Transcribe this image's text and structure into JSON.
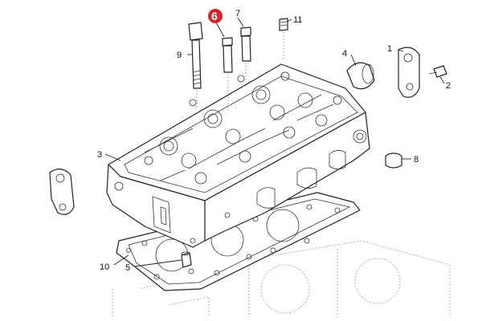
{
  "callouts": [
    {
      "id": "1",
      "label": "1"
    },
    {
      "id": "2",
      "label": "2"
    },
    {
      "id": "3",
      "label": "3"
    },
    {
      "id": "4",
      "label": "4"
    },
    {
      "id": "5",
      "label": "5"
    },
    {
      "id": "6",
      "label": "6",
      "highlighted": true
    },
    {
      "id": "7",
      "label": "7"
    },
    {
      "id": "8",
      "label": "8"
    },
    {
      "id": "9",
      "label": "9"
    },
    {
      "id": "10",
      "label": "10"
    },
    {
      "id": "11",
      "label": "11"
    }
  ],
  "colors": {
    "highlight": "#d4252c",
    "linework": "#222222",
    "background": "#ffffff"
  }
}
